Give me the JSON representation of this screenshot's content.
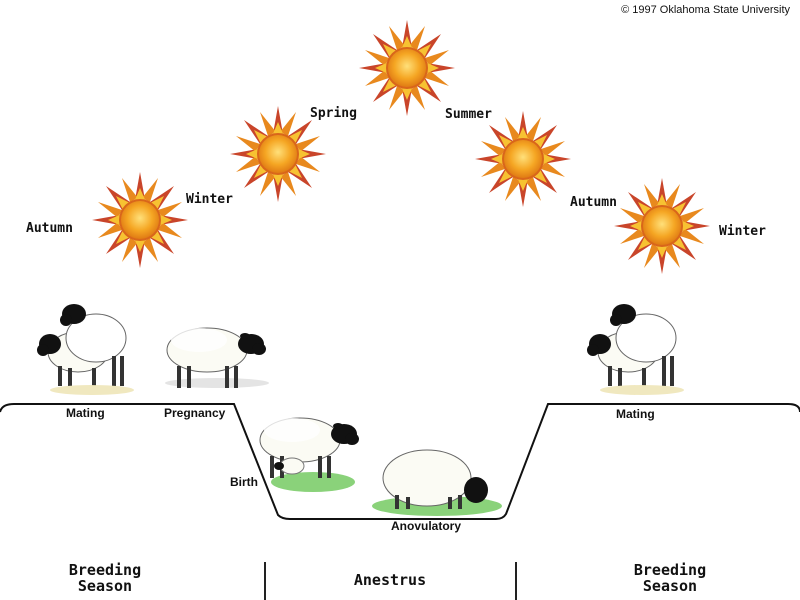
{
  "copyright": "© 1997 Oklahoma State University",
  "seasons": {
    "autumn_left": "Autumn",
    "winter_left": "Winter",
    "spring": "Spring",
    "summer": "Summer",
    "autumn_right": "Autumn",
    "winter_right": "Winter"
  },
  "stages": {
    "mating_left": "Mating",
    "pregnancy": "Pregnancy",
    "birth": "Birth",
    "anovulatory": "Anovulatory",
    "mating_right": "Mating"
  },
  "phases": {
    "breeding_left_line1": "Breeding",
    "breeding_left_line2": "Season",
    "anestrus": "Anestrus",
    "breeding_right_line1": "Breeding",
    "breeding_right_line2": "Season"
  },
  "colors": {
    "sun_core": "#f4a21c",
    "sun_ray_outer": "#c0392b",
    "sun_ray_inner": "#f6c12b",
    "wool": "#fafaf5",
    "head": "#111111",
    "grass": "#7cc96b"
  }
}
